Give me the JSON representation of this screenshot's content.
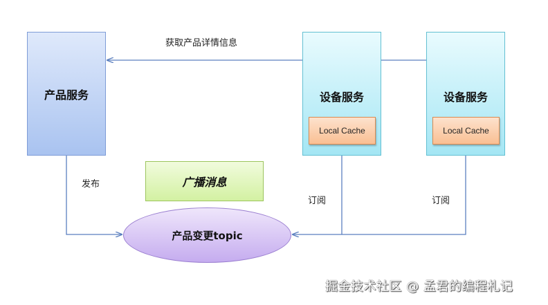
{
  "nodes": {
    "product_service": "产品服务",
    "device_service_1": "设备服务",
    "device_service_2": "设备服务",
    "cache_1": "Local Cache",
    "cache_2": "Local Cache",
    "broadcast": "广播消息",
    "topic": "产品变更topic"
  },
  "edges": {
    "fetch_details": "获取产品详情信息",
    "publish": "发布",
    "subscribe_1": "订阅",
    "subscribe_2": "订阅"
  },
  "watermark": "掘金技术社区 @ 孟君的编程札记"
}
